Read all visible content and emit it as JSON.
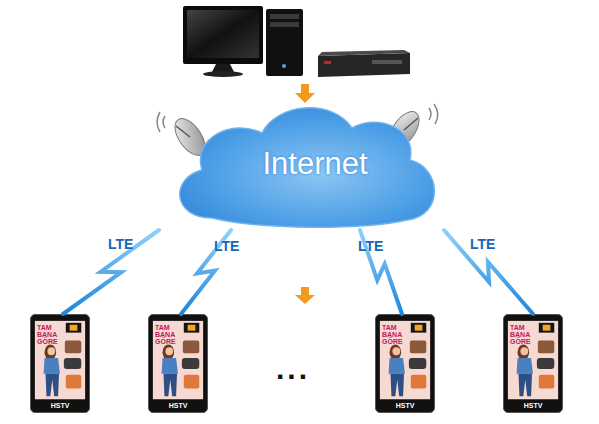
{
  "diagram": {
    "nodes": [
      {
        "text": [
          "Internet"
        ]
      },
      {
        "text": [
          "TAM BANA GÖRE",
          "HSTV"
        ]
      },
      {
        "text": [
          "TAM BANA GÖRE",
          "HSTV"
        ]
      },
      {
        "text": [
          "TAM BANA GÖRE",
          "HSTV"
        ]
      },
      {
        "text": [
          "TAM BANA GÖRE",
          "HSTV"
        ]
      }
    ],
    "edges": [
      {
        "from": 0,
        "to": 1,
        "label": "LTE",
        "arrow": "none"
      },
      {
        "from": 0,
        "to": 2,
        "label": "LTE",
        "arrow": "none"
      },
      {
        "from": 0,
        "to": 3,
        "label": "LTE",
        "arrow": "none"
      },
      {
        "from": 0,
        "to": 4,
        "label": "LTE",
        "arrow": "none"
      }
    ],
    "labels": [
      "..."
    ]
  }
}
